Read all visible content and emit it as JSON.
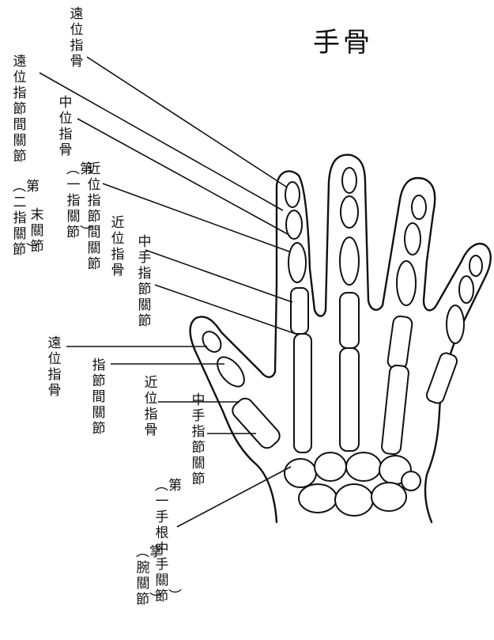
{
  "title": "手骨",
  "labels": {
    "distal_phalanx_top": "遠位指骨",
    "dip_joint": "遠位指節間關節",
    "dip_joint_alt": "︵第二指關節︶",
    "dip_joint_alt2": "末關節",
    "middle_phalanx": "中位指骨",
    "pip_joint_alt": "︵第一指關節︶",
    "pip_joint": "近位指節間關節",
    "proximal_phalanx": "近位指骨",
    "mcp_joint_top": "中手指節關節",
    "thumb_distal_phalanx": "遠位指骨",
    "thumb_ip_joint": "指節間關節",
    "thumb_proximal_phalanx": "近位指骨",
    "thumb_mcp_joint": "中手指節關節",
    "cmc_joint_alt": "︵第一手根中手關節︶",
    "cmc_joint_alt2": "︵掌腕關節︶"
  }
}
